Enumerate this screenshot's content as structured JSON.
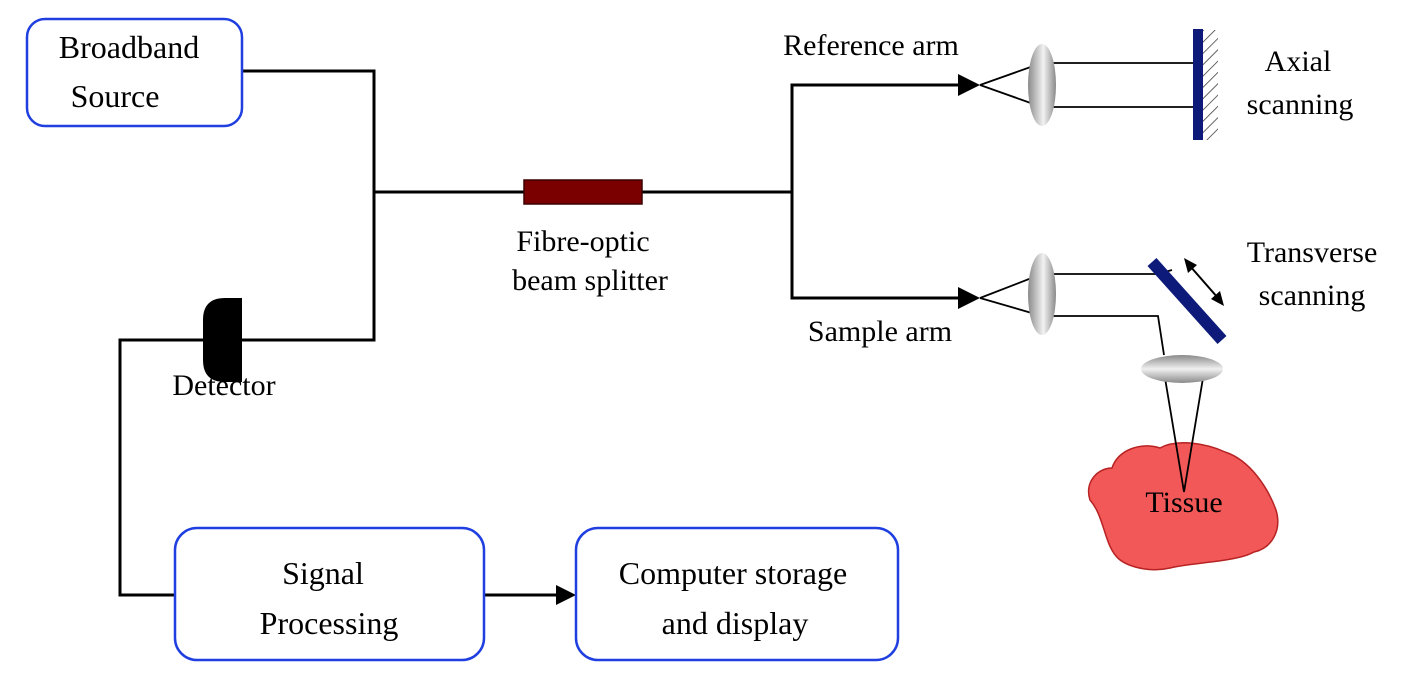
{
  "colors": {
    "box_border": "#1f3fe0",
    "line": "#000000",
    "splitter": "#7a0000",
    "mirror": "#0d1a7a",
    "lens": "#9a9a9a",
    "tissue": "#f25858"
  },
  "boxes": {
    "source": {
      "line1": "Broadband",
      "line2": "Source"
    },
    "signal": {
      "line1": "Signal",
      "line2": "Processing"
    },
    "computer": {
      "line1": "Computer storage",
      "line2": "and display"
    }
  },
  "labels": {
    "splitter_line1": "Fibre-optic",
    "splitter_line2": "beam splitter",
    "detector": "Detector",
    "reference_arm": "Reference arm",
    "sample_arm": "Sample arm",
    "axial_line1": "Axial",
    "axial_line2": "scanning",
    "transverse_line1": "Transverse",
    "transverse_line2": "scanning",
    "tissue": "Tissue"
  },
  "icons": {
    "detector": "detector-icon",
    "splitter": "fibre-coupler-icon",
    "lens": "lens-icon",
    "mirror": "mirror-icon",
    "tissue": "tissue-icon"
  }
}
